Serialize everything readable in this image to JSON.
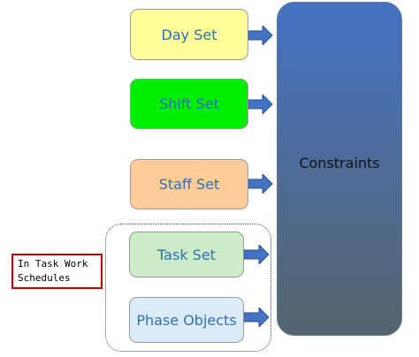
{
  "boxes": {
    "day": "Day Set",
    "shift": "Shift Set",
    "staff": "Staff Set",
    "task": "Task Set",
    "phase": "Phase Objects"
  },
  "constraints": "Constraints",
  "note": {
    "line1": "In Task Work",
    "line2": "Schedules"
  },
  "colors": {
    "day": "#ffff99",
    "shift": "#00ee00",
    "staff": "#ffcc99",
    "task": "#ccecc8",
    "phase": "#dcebf8",
    "constraints_top": "#4472c4",
    "constraints_bottom": "#55656f",
    "arrow": "#4472c4",
    "note_border": "#c00000"
  }
}
